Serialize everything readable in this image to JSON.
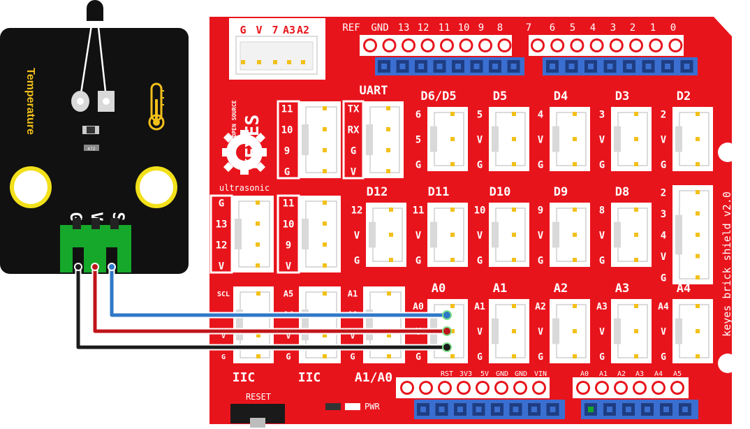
{
  "module": {
    "title": "Temperature",
    "pin_labels": [
      "G",
      "V",
      "S"
    ],
    "smd_marking": "472"
  },
  "shield": {
    "name": "keyes brick shield v2.0",
    "logo_small": "OPEN SOURCE",
    "logo_big": "KEYES",
    "reset_label": "RESET",
    "pwr_label": "PWR",
    "top_header": {
      "pins": [
        "G",
        "V",
        "7",
        "A3",
        "A2"
      ]
    },
    "digital_left_header": [
      "REF",
      "GND",
      "13",
      "12",
      "11",
      "10",
      "9",
      "8"
    ],
    "digital_right_header": [
      "7",
      "6",
      "5",
      "4",
      "3",
      "2",
      "1",
      "0"
    ],
    "power_header": [
      "RST",
      "3V3",
      "5V",
      "GND",
      "GND",
      "VIN"
    ],
    "analog_header": [
      "A0",
      "A1",
      "A2",
      "A3",
      "A4",
      "A5"
    ],
    "row1": {
      "spi": {
        "pins": [
          "11",
          "10",
          "9",
          "G"
        ]
      },
      "uart": {
        "title": "UART",
        "pins": [
          "TX",
          "RX",
          "G",
          "V"
        ]
      },
      "modules": [
        {
          "title": "D6/D5",
          "pins": [
            "6",
            "5",
            "G"
          ]
        },
        {
          "title": "D5",
          "pins": [
            "5",
            "V",
            "G"
          ]
        },
        {
          "title": "D4",
          "pins": [
            "4",
            "V",
            "G"
          ]
        },
        {
          "title": "D3",
          "pins": [
            "3",
            "V",
            "G"
          ]
        },
        {
          "title": "D2",
          "pins": [
            "2",
            "V",
            "G"
          ]
        }
      ]
    },
    "row2": {
      "ultrasonic": {
        "title": "ultrasonic",
        "pins": [
          "G",
          "13",
          "12",
          "V"
        ]
      },
      "spi2": {
        "pins": [
          "11",
          "10",
          "9",
          "V"
        ]
      },
      "modules": [
        {
          "title": "D12",
          "pins": [
            "12",
            "V",
            "G"
          ]
        },
        {
          "title": "D11",
          "pins": [
            "11",
            "V",
            "G"
          ]
        },
        {
          "title": "D10",
          "pins": [
            "10",
            "V",
            "G"
          ]
        },
        {
          "title": "D9",
          "pins": [
            "9",
            "V",
            "G"
          ]
        },
        {
          "title": "D8",
          "pins": [
            "8",
            "V",
            "G"
          ]
        }
      ],
      "big": {
        "pins": [
          "2",
          "3",
          "4",
          "V",
          "G"
        ]
      }
    },
    "row3": {
      "iic1": {
        "title": "IIC",
        "pins": [
          "SCL",
          "S",
          "V",
          "G"
        ]
      },
      "iic2": {
        "title": "IIC",
        "pins": [
          "A5",
          "A4",
          "V",
          "G"
        ]
      },
      "a1a0": {
        "title": "A1/A0",
        "pins": [
          "A1",
          "A0",
          "V",
          "G"
        ]
      },
      "modules": [
        {
          "title": "A0",
          "pins": [
            "A0",
            "V",
            "G"
          ]
        },
        {
          "title": "A1",
          "pins": [
            "A1",
            "V",
            "G"
          ]
        },
        {
          "title": "A2",
          "pins": [
            "A2",
            "V",
            "G"
          ]
        },
        {
          "title": "A3",
          "pins": [
            "A3",
            "V",
            "G"
          ]
        },
        {
          "title": "A4",
          "pins": [
            "A4",
            "V",
            "G"
          ]
        }
      ]
    }
  },
  "colors": {
    "board": "#e8141c",
    "module_board": "#111111",
    "header_blue": "#3a6fd1",
    "wire_signal": "#2f78c8",
    "wire_vcc": "#c0141a",
    "wire_gnd": "#1a1a1a",
    "connector_green": "#16a82a"
  }
}
